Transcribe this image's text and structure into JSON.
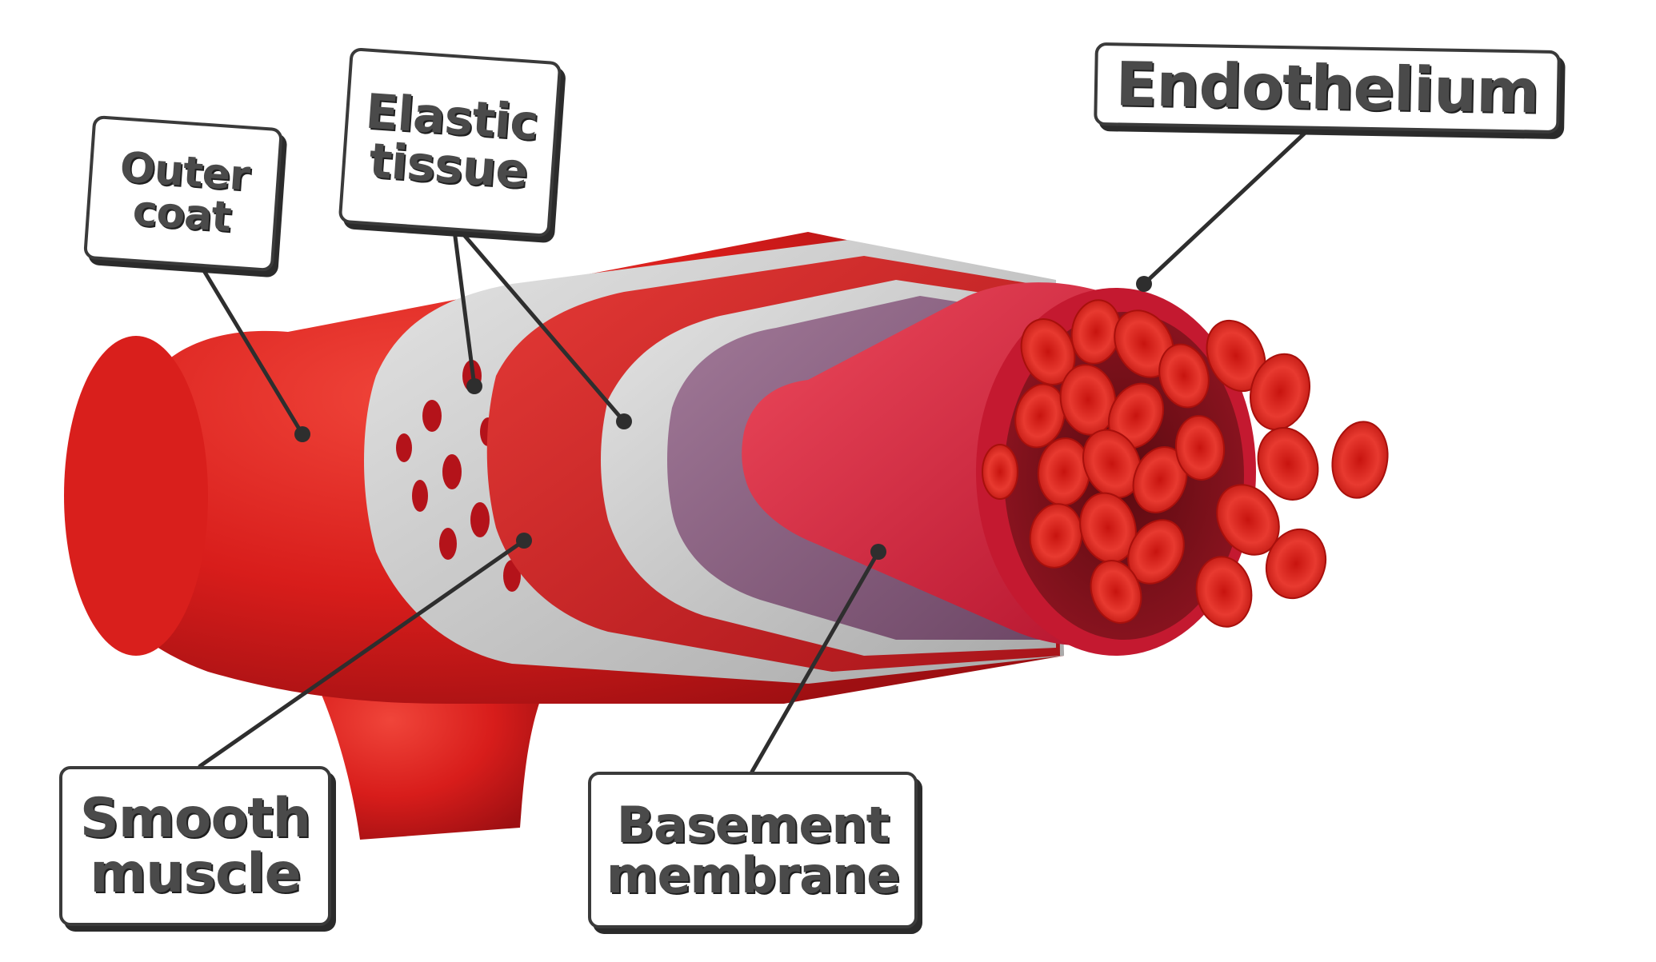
{
  "labels": {
    "outer_coat": "Outer\ncoat",
    "elastic_tissue": "Elastic\ntissue",
    "endothelium": "Endothelium",
    "smooth_muscle": "Smooth\nmuscle",
    "basement_membrane": "Basement\nmembrane"
  },
  "colors": {
    "outer_coat": "#e0221e",
    "smooth_muscle": "#cc1f24",
    "elastic_tissue": "#c9c9c9",
    "basement_membrane": "#8c6384",
    "endothelium": "#d81e38",
    "blood_cell": "#e0261e",
    "leader_line": "#2e2e2e"
  }
}
